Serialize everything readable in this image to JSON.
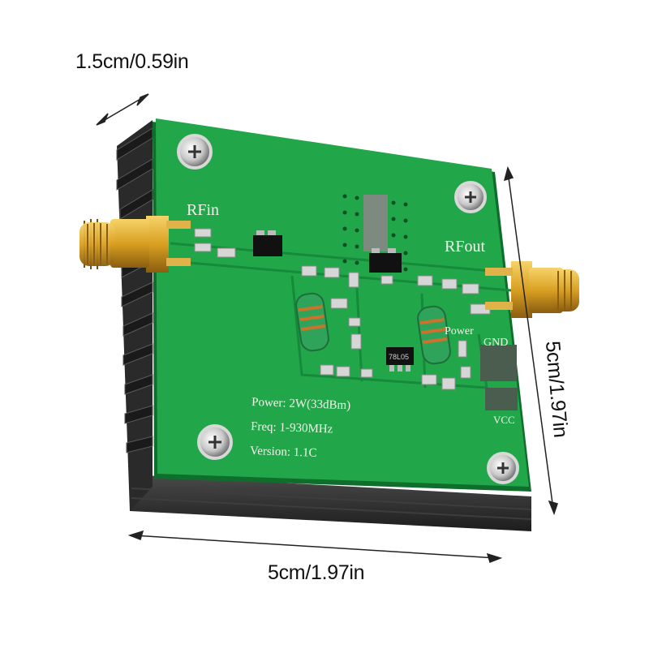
{
  "dimensions": {
    "thickness": "1.5cm/0.59in",
    "width": "5cm/1.97in",
    "height": "5cm/1.97in"
  },
  "board": {
    "rf_in": "RFin",
    "rf_out": "RFout",
    "power": "Power",
    "gnd": "GND",
    "vcc": "VCC",
    "regulator": "78L05"
  },
  "specs": {
    "power": "Power: 2W(33dBm)",
    "freq": "Freq: 1-930MHz",
    "version": "Version: 1.1C"
  },
  "colors": {
    "pcb": "#22a64a",
    "trace": "#168a3a",
    "heatsink": "#2a2a2a",
    "connector": "#d9a021",
    "silkscreen": "#f2f5ea"
  }
}
